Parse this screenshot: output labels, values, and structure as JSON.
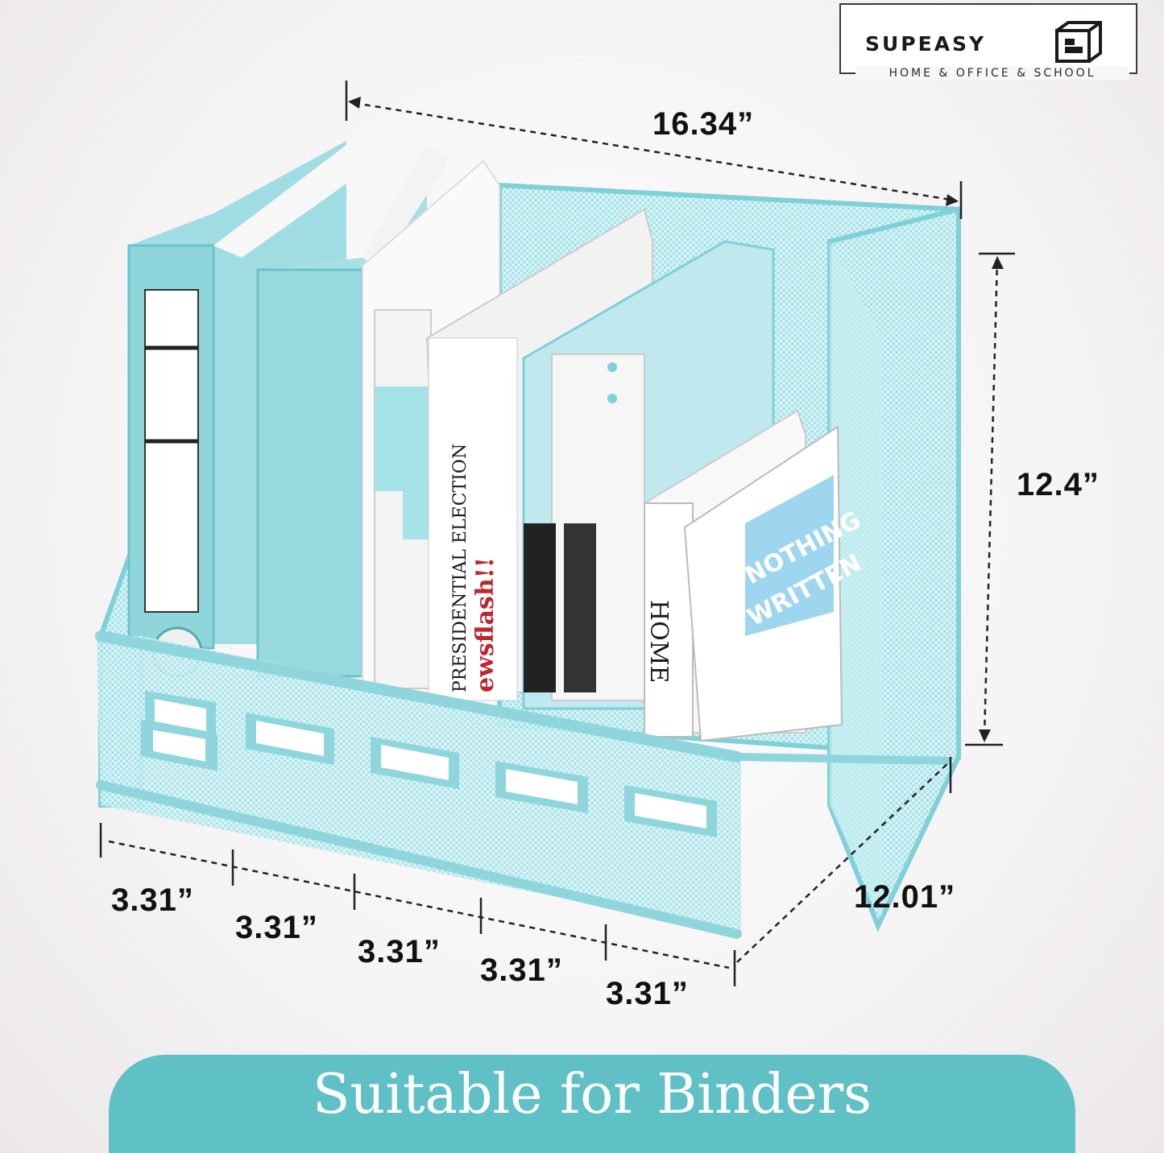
{
  "brand": {
    "name": "SUPEASY",
    "tagline": "HOME & OFFICE & SCHOOL"
  },
  "dimensions": {
    "width": "16.34”",
    "height": "12.4”",
    "depth": "12.01”",
    "slots": [
      "3.31”",
      "3.31”",
      "3.31”",
      "3.31”",
      "3.31”"
    ]
  },
  "book_text": {
    "election": "PRESIDENTIAL ELECTION",
    "newsflash": "ewsflash!!",
    "home": "HOME",
    "nothing": "NOTHING",
    "written": "WRITTEN"
  },
  "banner": {
    "caption": "Suitable for Binders"
  },
  "colors": {
    "aqua": "#8fdbe2",
    "aqua_dark": "#5fc0c6",
    "banner": "#5fc0c6"
  }
}
